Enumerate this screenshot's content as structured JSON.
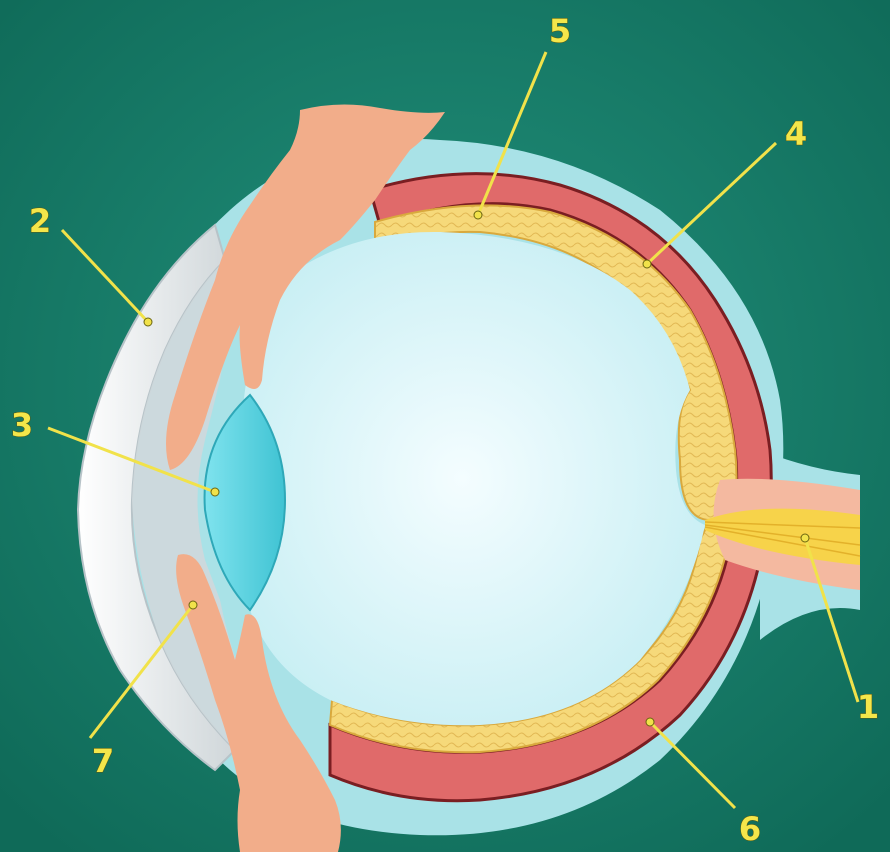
{
  "colors": {
    "background": "#1a7f6c",
    "sclera_outer": "#a9e2e7",
    "choroid": "#e06a6a",
    "retina": "#f6d97a",
    "vitreous": "#e6f8fb",
    "lens": "#5fd3e0",
    "iris_ciliary": "#f2ad8a",
    "cornea": "#eef3f4",
    "callout": "#f3e34a"
  },
  "labels": {
    "l1": "1",
    "l2": "2",
    "l3": "3",
    "l4": "4",
    "l5": "5",
    "l6": "6",
    "l7": "7"
  }
}
